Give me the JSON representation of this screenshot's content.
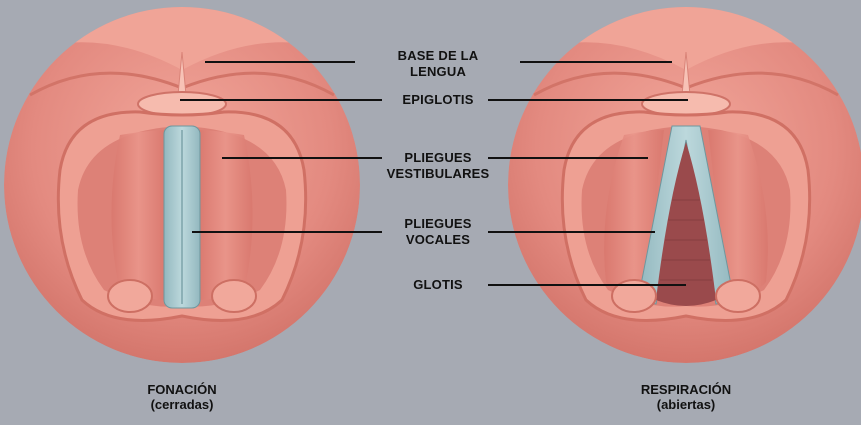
{
  "colors": {
    "background": "#a6aab3",
    "tissue": "#e58f86",
    "tissue_light": "#f4b1a5",
    "tissue_dark": "#c9695f",
    "vocal_fold": "#a9c9cf",
    "glottis_opening": "#9a4a4c",
    "leader_line": "#111111"
  },
  "labels": {
    "base_lengua": {
      "line1": "BASE DE LA",
      "line2": "LENGUA"
    },
    "epiglotis": "EPIGLOTIS",
    "pliegues_vestibulares": {
      "line1": "PLIEGUES",
      "line2": "VESTIBULARES"
    },
    "pliegues_vocales": {
      "line1": "PLIEGUES",
      "line2": "VOCALES"
    },
    "glotis": "GLOTIS"
  },
  "panels": {
    "left": {
      "title": "FONACIÓN",
      "subtitle": "(cerradas)",
      "state": "closed"
    },
    "right": {
      "title": "RESPIRACIÓN",
      "subtitle": "(abiertas)",
      "state": "open"
    }
  }
}
